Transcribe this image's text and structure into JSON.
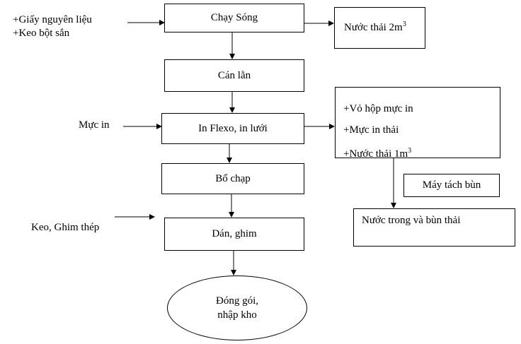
{
  "process": {
    "step1": "Chạy Sóng",
    "step2": "Cán lằn",
    "step3": "In Flexo, in lưới",
    "step4": "Bổ chạp",
    "step5": "Dán, ghim",
    "final_line1": "Đóng gói,",
    "final_line2": "nhập kho"
  },
  "inputs": {
    "input1_line1": "+Giấy nguyên liệu",
    "input1_line2": "+Keo bột sắn",
    "input3": "Mực in",
    "input5": "Keo, Ghim thép"
  },
  "outputs": {
    "output1_text": "Nước thải 2m",
    "output1_sup": "3",
    "output3_line1": "+Vỏ hộp mực in",
    "output3_line2": "+Mực in thải",
    "output3_line3_text": "+Nước thải 1m",
    "output3_line3_sup": "3",
    "separator": "Máy tách bùn",
    "result": "Nước trong và bùn thải"
  }
}
